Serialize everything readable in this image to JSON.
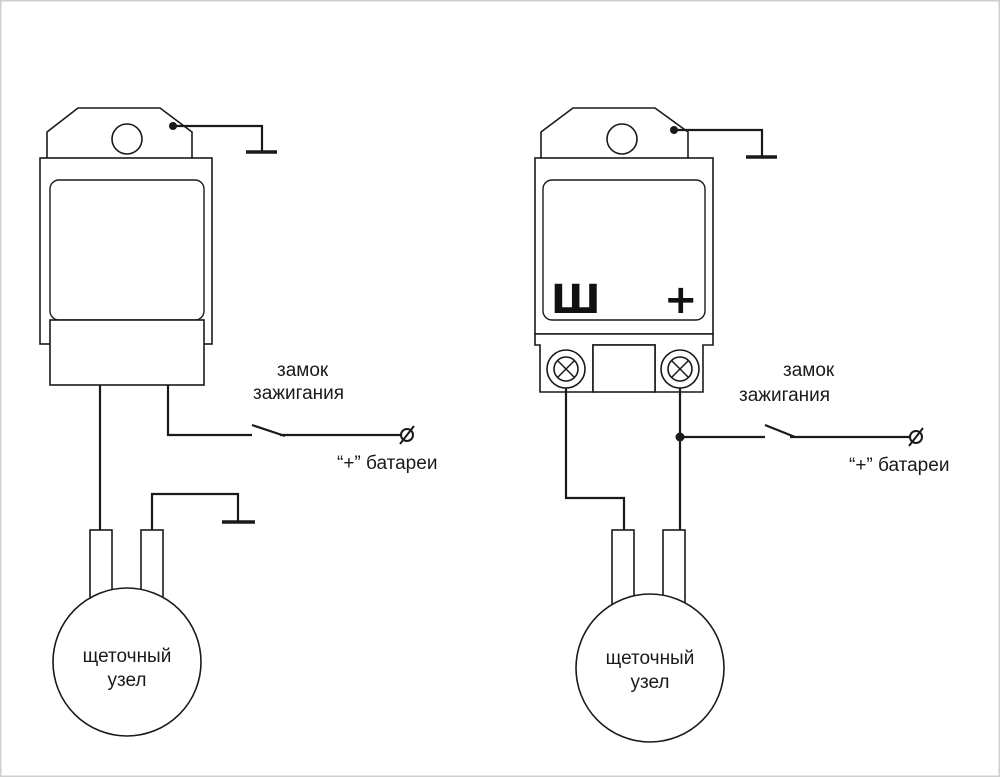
{
  "left_diagram": {
    "ignition_label_line1": "замок",
    "ignition_label_line2": "зажигания",
    "battery_label": "“+” батареи",
    "brush_label_line1": "щеточный",
    "brush_label_line2": "узел"
  },
  "right_diagram": {
    "terminal_sh_label": "Ш",
    "terminal_plus_label": "+",
    "ignition_label_line1": "замок",
    "ignition_label_line2": "зажигания",
    "battery_label": "“+” батареи",
    "brush_label_line1": "щеточный",
    "brush_label_line2": "узел"
  }
}
